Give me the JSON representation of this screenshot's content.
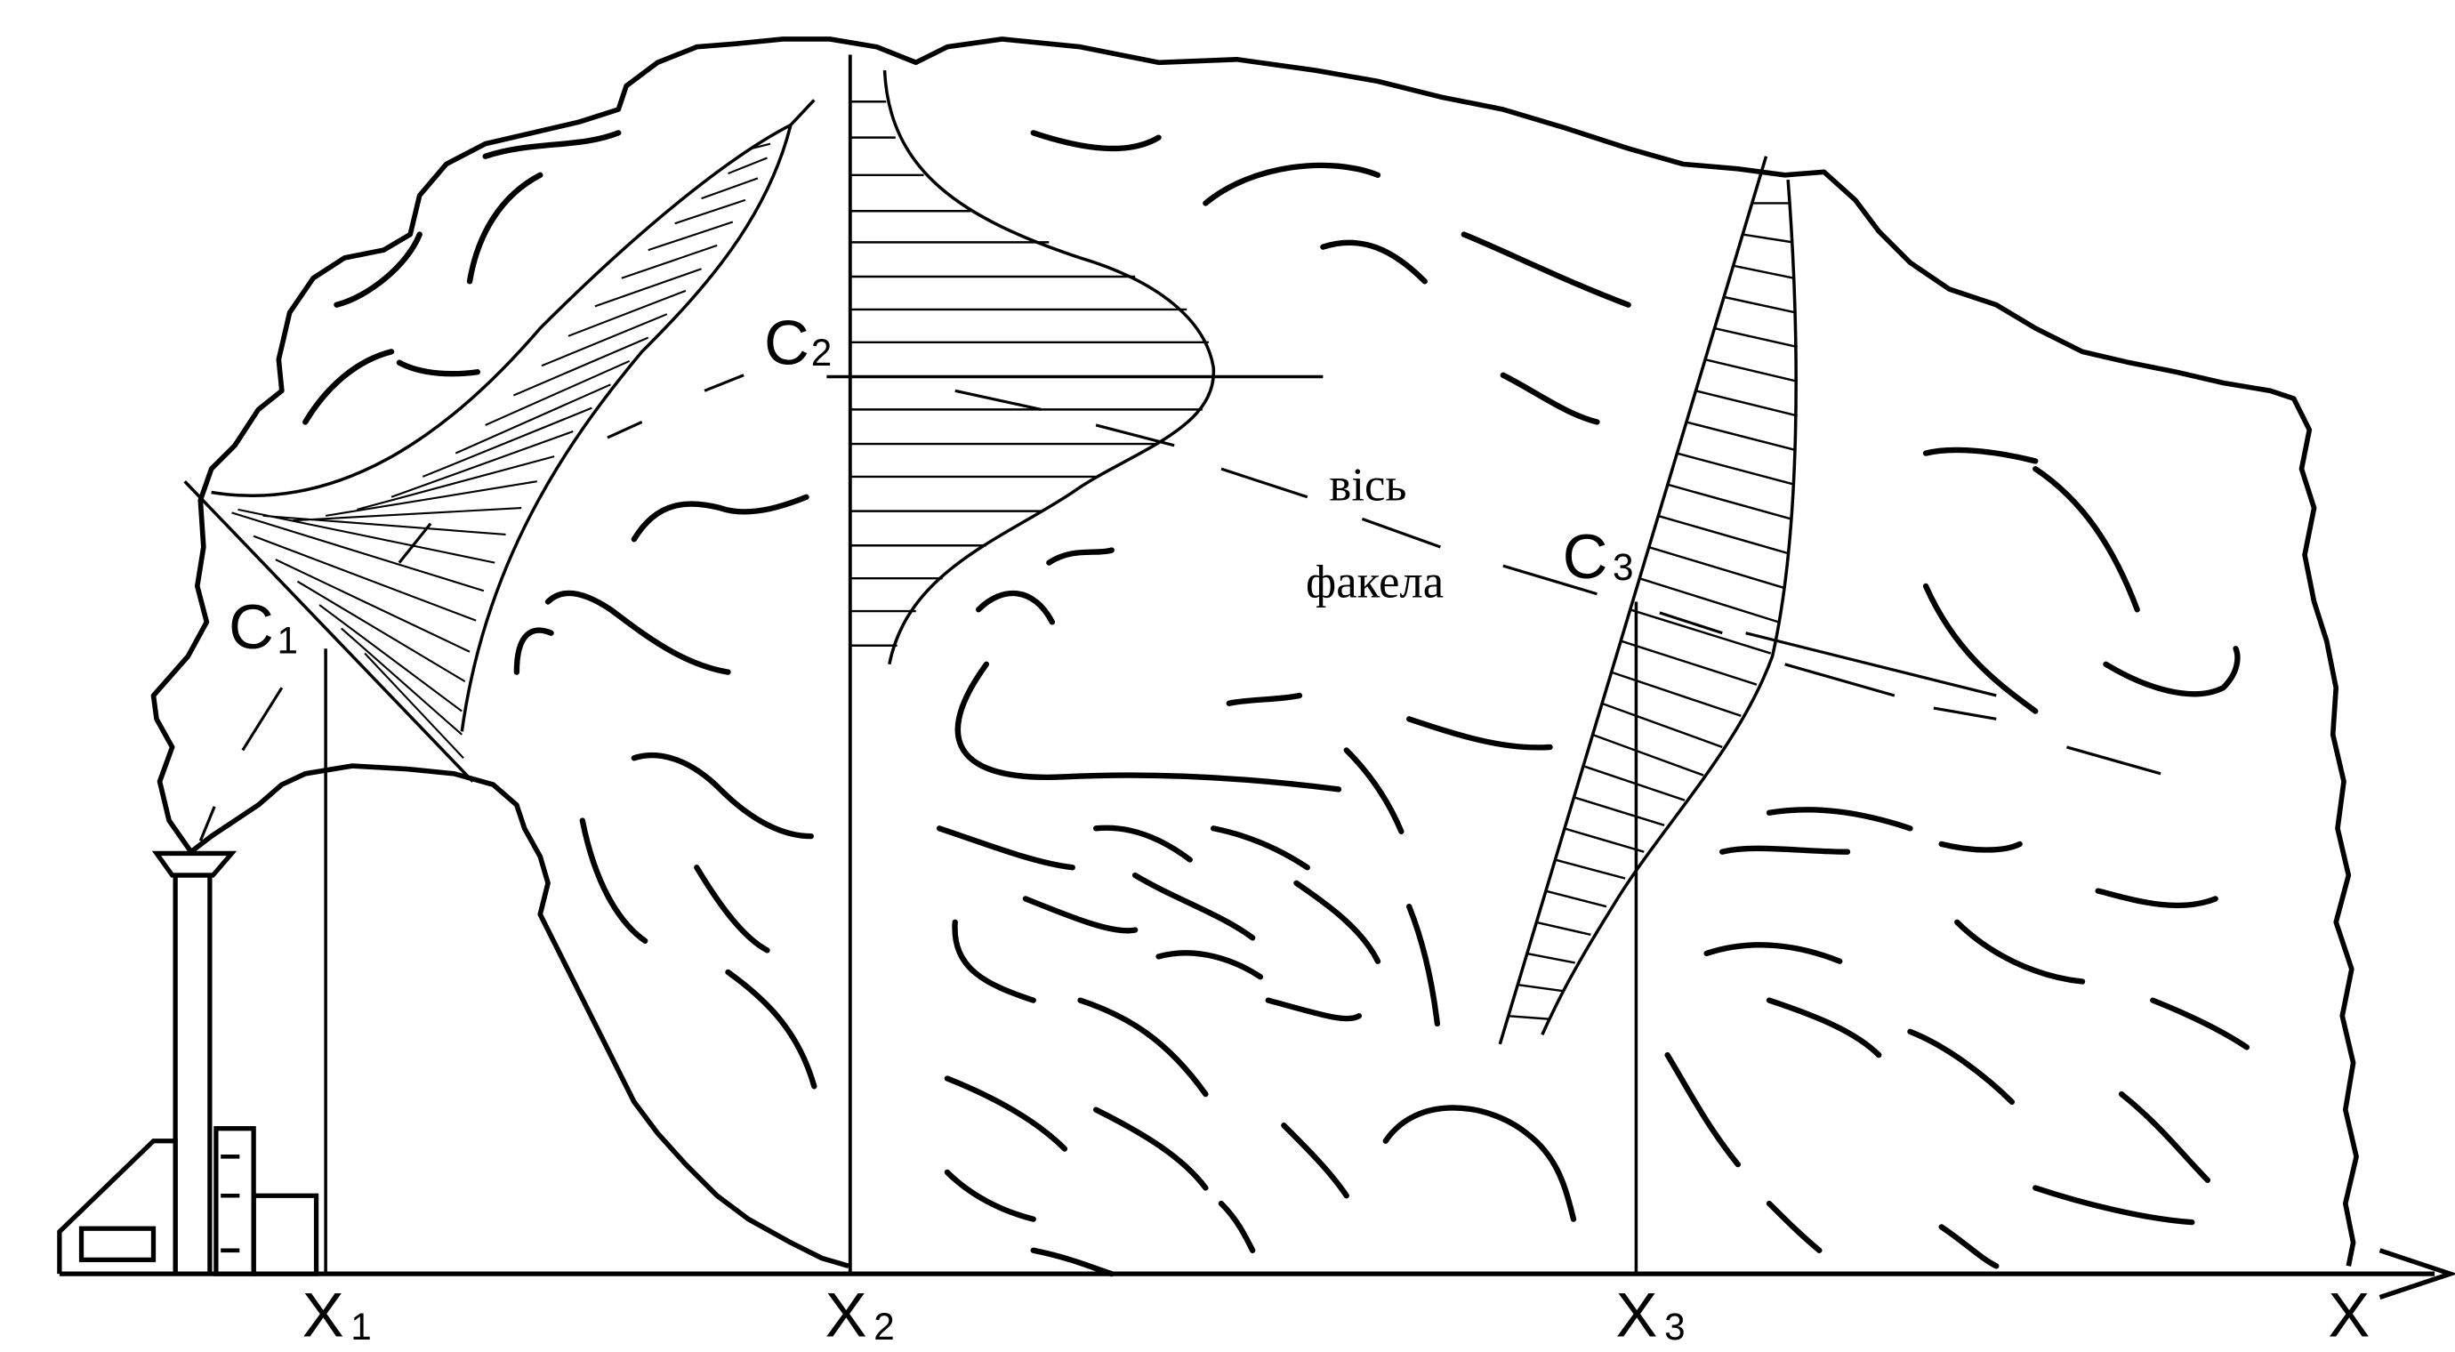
{
  "axis": {
    "x_ticks": [
      {
        "main": "X",
        "sub": "1"
      },
      {
        "main": "X",
        "sub": "2"
      },
      {
        "main": "X",
        "sub": "3"
      }
    ],
    "x_end_label": "X"
  },
  "concentration_labels": [
    {
      "main": "C",
      "sub": "1"
    },
    {
      "main": "C",
      "sub": "2"
    },
    {
      "main": "C",
      "sub": "3"
    }
  ],
  "plume_axis_label": {
    "line1": "вісь",
    "line2": "факела"
  },
  "colors": {
    "ink": "#000000",
    "background": "#ffffff"
  }
}
